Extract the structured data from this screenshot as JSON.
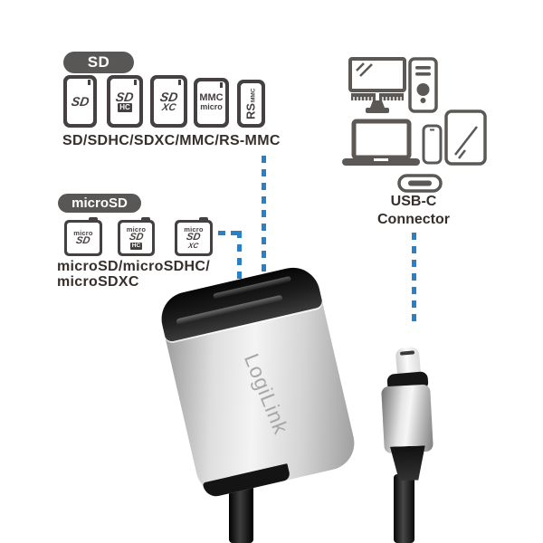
{
  "colors": {
    "accent_blue": "#2b7fc2",
    "icon_gray": "#5b5855",
    "text_dark": "#362f2b",
    "badge_gray": "#595656",
    "card_dark": "#454140"
  },
  "sd_section": {
    "badge_label": "SD",
    "caption": "SD/SDHC/SDXC/MMC/RS-MMC",
    "cards": [
      {
        "name": "sd-card",
        "logo": "SD",
        "sub": ""
      },
      {
        "name": "sdhc-card",
        "logo": "SD",
        "sub": "HC"
      },
      {
        "name": "sdxc-card",
        "logo": "SD",
        "sub": "XC"
      },
      {
        "name": "mmc-micro-card",
        "logo": "MMC",
        "sub": "micro"
      },
      {
        "name": "rs-mmc-card",
        "logo": "RS",
        "sub": "MMC"
      }
    ]
  },
  "micro_section": {
    "badge_label": "microSD",
    "caption_line1": "microSD/microSDHC/",
    "caption_line2": "microSDXC",
    "cards": [
      {
        "name": "microsd-card",
        "top": "micro",
        "logo": "SD",
        "sub": ""
      },
      {
        "name": "microsdhc-card",
        "top": "micro",
        "logo": "SD",
        "sub": "HC"
      },
      {
        "name": "microsdxc-card",
        "top": "micro",
        "logo": "SD",
        "sub": "XC"
      }
    ]
  },
  "usbc_section": {
    "label_line1": "USB-C",
    "label_line2": "Connector"
  },
  "reader": {
    "brand": "LogiLink"
  },
  "device_icons": {
    "monitor": "desktop-monitor-icon",
    "tower": "pc-tower-icon",
    "laptop": "laptop-icon",
    "phone": "smartphone-icon",
    "tablet": "tablet-icon",
    "usbc_port": "usb-c-port-icon"
  }
}
